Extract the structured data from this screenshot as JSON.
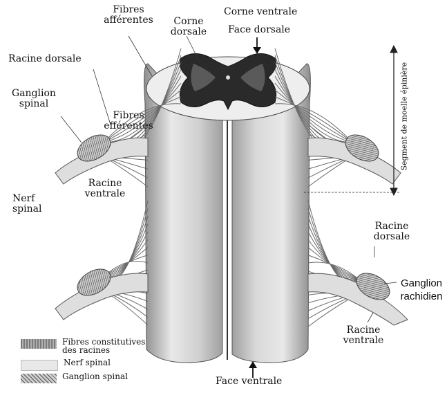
{
  "labels": {
    "fibres_afferentes_1": "Fibres",
    "fibres_afferentes_2": "afférentes",
    "corne_dorsale_1": "Corne",
    "corne_dorsale_2": "dorsale",
    "corne_ventrale": "Corne ventrale",
    "face_dorsale": "Face dorsale",
    "racine_dorsale_top": "Racine dorsale",
    "ganglion_spinal_1": "Ganglion",
    "ganglion_spinal_2": "spinal",
    "fibres_efferentes_1": "Fibres",
    "fibres_efferentes_2": "efférentes",
    "racine_ventrale_left_1": "Racine",
    "racine_ventrale_left_2": "ventrale",
    "nerf_spinal_1": "Nerf",
    "nerf_spinal_2": "spinal",
    "segment": "Segment de moelle épinière",
    "racine_dorsale_right_1": "Racine",
    "racine_dorsale_right_2": "dorsale",
    "ganglion_rachidien_1": "Ganglion",
    "ganglion_rachidien_2": "rachidien",
    "racine_ventrale_right_1": "Racine",
    "racine_ventrale_right_2": "ventrale",
    "face_ventrale": "Face ventrale"
  },
  "legend": [
    {
      "text_1": "Fibres constitutives",
      "text_2": "des racines",
      "color": "#8a8a8a"
    },
    {
      "text_1": "Nerf spinal",
      "text_2": "",
      "color": "#e6e6e6"
    },
    {
      "text_1": "Ganglion spinal",
      "text_2": "",
      "color": "#9a9a9a"
    }
  ],
  "colors": {
    "cord_light": "#e2e2e2",
    "cord_shade": "#9c9c9c",
    "grey_matter": "#1e1e1e",
    "fibre": "#6a6a6a",
    "ganglion": "#9a9a9a"
  }
}
